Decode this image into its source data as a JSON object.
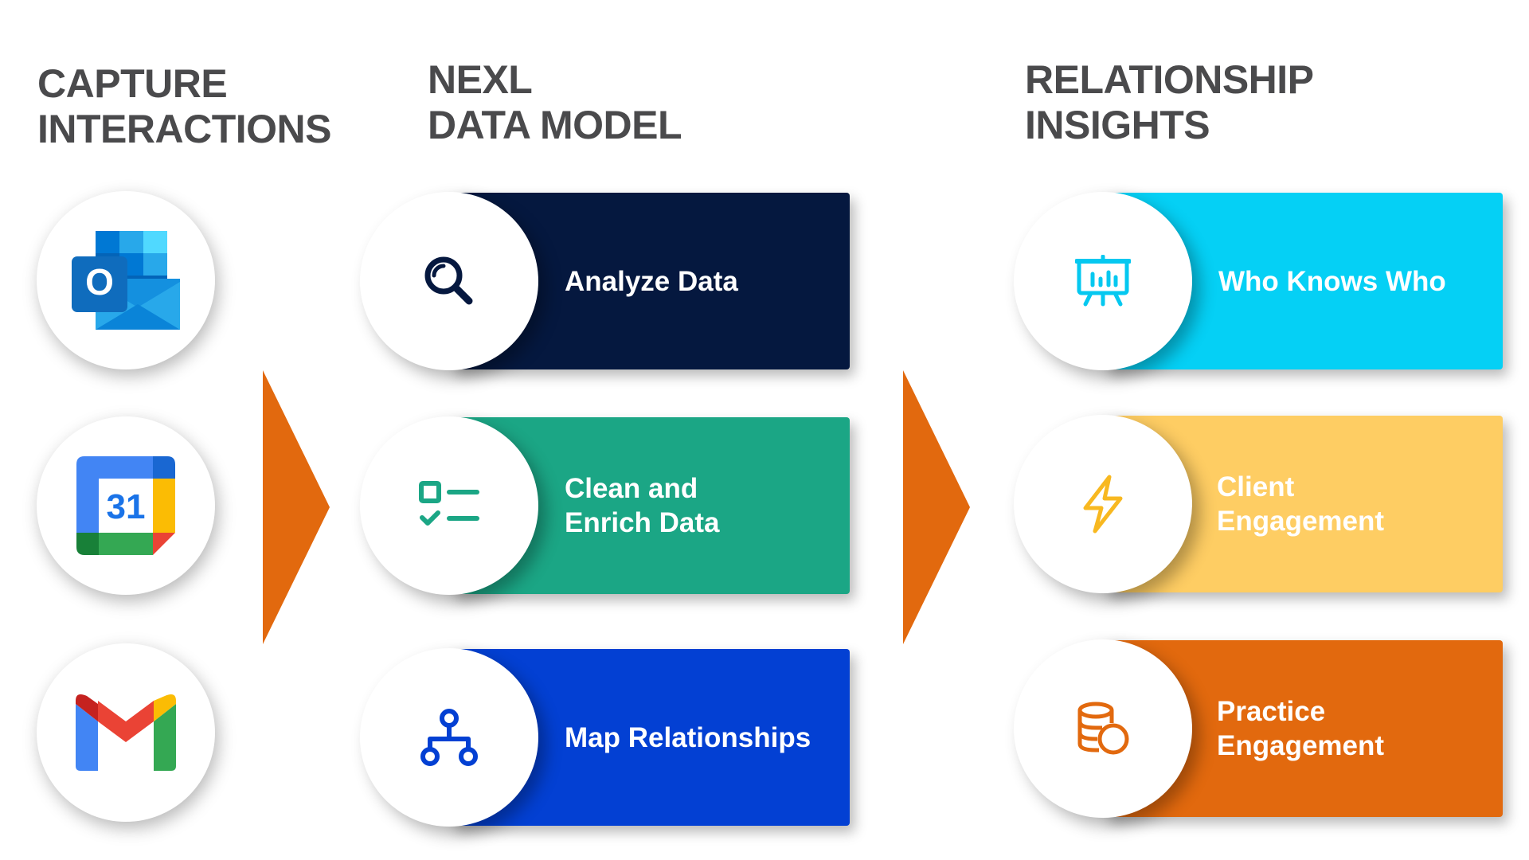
{
  "columns": {
    "capture": {
      "title_lines": [
        "CAPTURE",
        "INTERACTIONS"
      ]
    },
    "model": {
      "title_lines": [
        "NEXL",
        "DATA MODEL"
      ]
    },
    "insights": {
      "title_lines": [
        "RELATIONSHIP",
        "INSIGHTS"
      ]
    }
  },
  "apps": [
    {
      "name": "outlook-icon",
      "letter": "O"
    },
    {
      "name": "google-calendar-icon",
      "day": "31"
    },
    {
      "name": "gmail-icon"
    }
  ],
  "model_steps": [
    {
      "label_lines": [
        "Analyze Data"
      ],
      "icon": "magnifier-icon",
      "color": "#05183f"
    },
    {
      "label_lines": [
        "Clean and",
        "Enrich Data"
      ],
      "icon": "checklist-icon",
      "color": "#1ba685"
    },
    {
      "label_lines": [
        "Map Relationships"
      ],
      "icon": "hierarchy-icon",
      "color": "#0340d3"
    }
  ],
  "insight_steps": [
    {
      "label_lines": [
        "Who Knows Who"
      ],
      "icon": "presentation-chart-icon",
      "color": "#05d0f5"
    },
    {
      "label_lines": [
        "Client",
        "Engagement"
      ],
      "icon": "lightning-icon",
      "color": "#fecd63"
    },
    {
      "label_lines": [
        "Practice",
        "Engagement"
      ],
      "icon": "coins-icon",
      "color": "#e2690e"
    }
  ],
  "colors": {
    "heading": "#4a4a4c",
    "arrow": "#e2690e"
  }
}
